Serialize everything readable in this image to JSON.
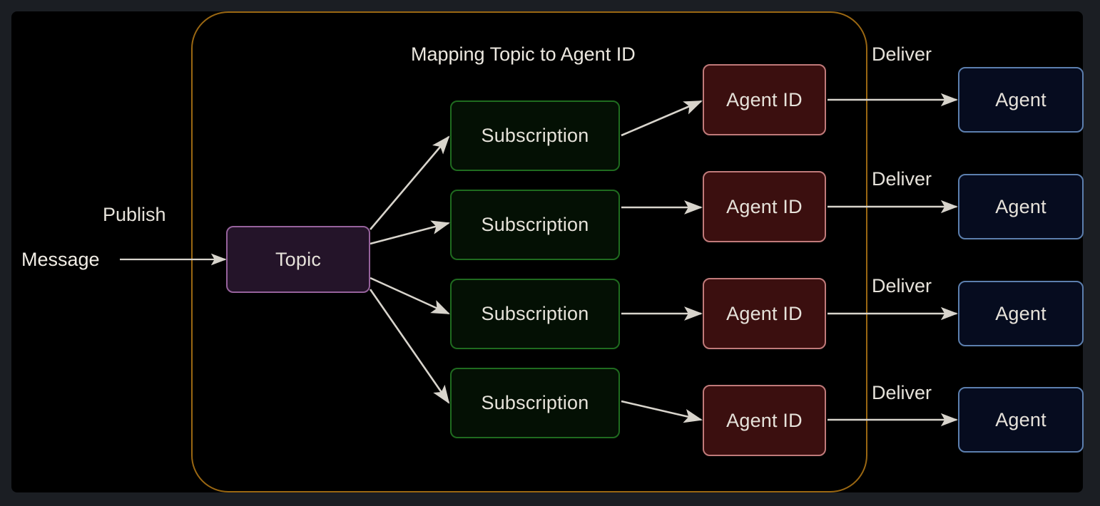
{
  "diagram": {
    "title": "Mapping Topic to Agent ID",
    "background": "#1b1e23",
    "canvas_background": "#000000",
    "container": {
      "name": "runtime-boundary",
      "border_color": "#9a6712"
    },
    "colors": {
      "topic_fill": "#241429",
      "topic_border": "#96629c",
      "subscription_fill": "#041004",
      "subscription_border": "#1f6b1f",
      "agentid_fill": "#3b0f0f",
      "agentid_border": "#c07a7a",
      "agent_fill": "#060c1f",
      "agent_border": "#5c7fae",
      "edge_color": "#d8d4cc",
      "text_color": "#e6e2da"
    },
    "nodes": {
      "message_label": "Message",
      "topic": "Topic",
      "subscriptions": [
        "Subscription",
        "Subscription",
        "Subscription",
        "Subscription"
      ],
      "agent_ids": [
        "Agent ID",
        "Agent ID",
        "Agent ID",
        "Agent ID"
      ],
      "agents": [
        "Agent",
        "Agent",
        "Agent",
        "Agent"
      ]
    },
    "edge_labels": {
      "publish": "Publish",
      "deliver": [
        "Deliver",
        "Deliver",
        "Deliver",
        "Deliver"
      ]
    }
  }
}
